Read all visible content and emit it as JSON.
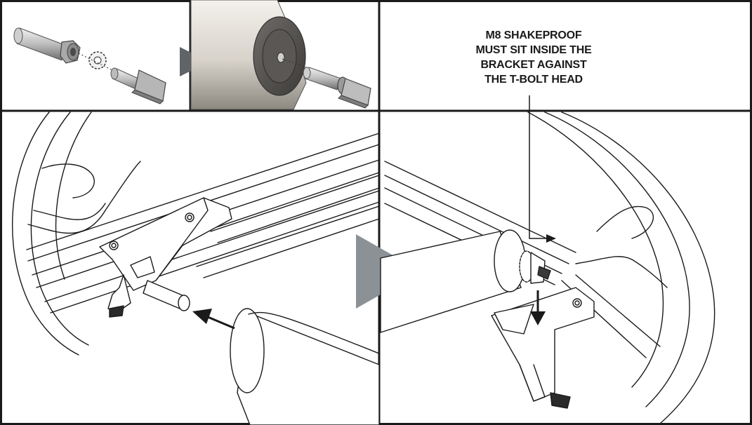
{
  "callout": {
    "lines": [
      "M8 SHAKEPROOF",
      "MUST SIT INSIDE THE",
      "BRACKET AGAINST",
      "THE T-BOLT HEAD"
    ]
  },
  "colors": {
    "frame": "#1a1a1a",
    "step_arrow": "#8c9196",
    "step_arrow_small": "#5f6469",
    "metal_light": "#dcdcdc",
    "metal_dark": "#7a7a7a",
    "tube_light": "#e6e2dc",
    "tube_dark": "#8e8a84"
  },
  "icons": {
    "step_arrow_small": "triangle-right-icon",
    "step_arrow_large": "triangle-right-icon",
    "insert_arrow": "arrow-left-icon",
    "down_arrow": "arrow-down-icon"
  }
}
